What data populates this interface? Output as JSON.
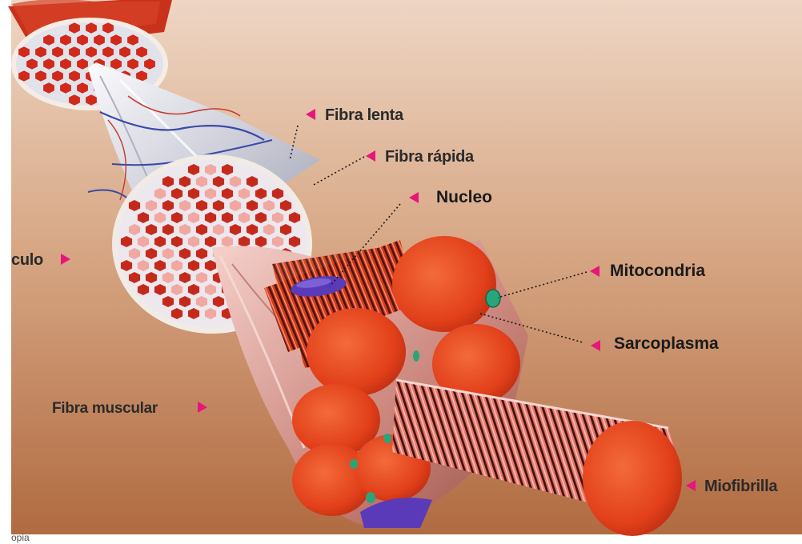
{
  "labels": {
    "fibra_lenta": "Fibra lenta",
    "fibra_rapida": "Fibra rápida",
    "nucleo": "Nucleo",
    "musculo_fragment": "culo",
    "mitocondria": "Mitocondria",
    "sarcoplasma": "Sarcoplasma",
    "fibra_muscular": "Fibra muscular",
    "miofibrilla": "Miofibrilla",
    "caption_fragment": "opia"
  },
  "colors": {
    "background_top": "#e7c9b3",
    "background_bottom": "#b8734a",
    "fiber_red": "#e8401c",
    "fiber_dark": "#b32a10",
    "slow_fiber_cell": "#c42a1c",
    "fast_fiber_cell": "#f0a8a0",
    "sheath_white": "#ecebf0",
    "nucleus_purple": "#5a3ab8",
    "mitochondria_green": "#2aa57a",
    "marker_pink": "#e6167a"
  },
  "icons": {
    "label_marker": "pink-triangle-icon"
  }
}
